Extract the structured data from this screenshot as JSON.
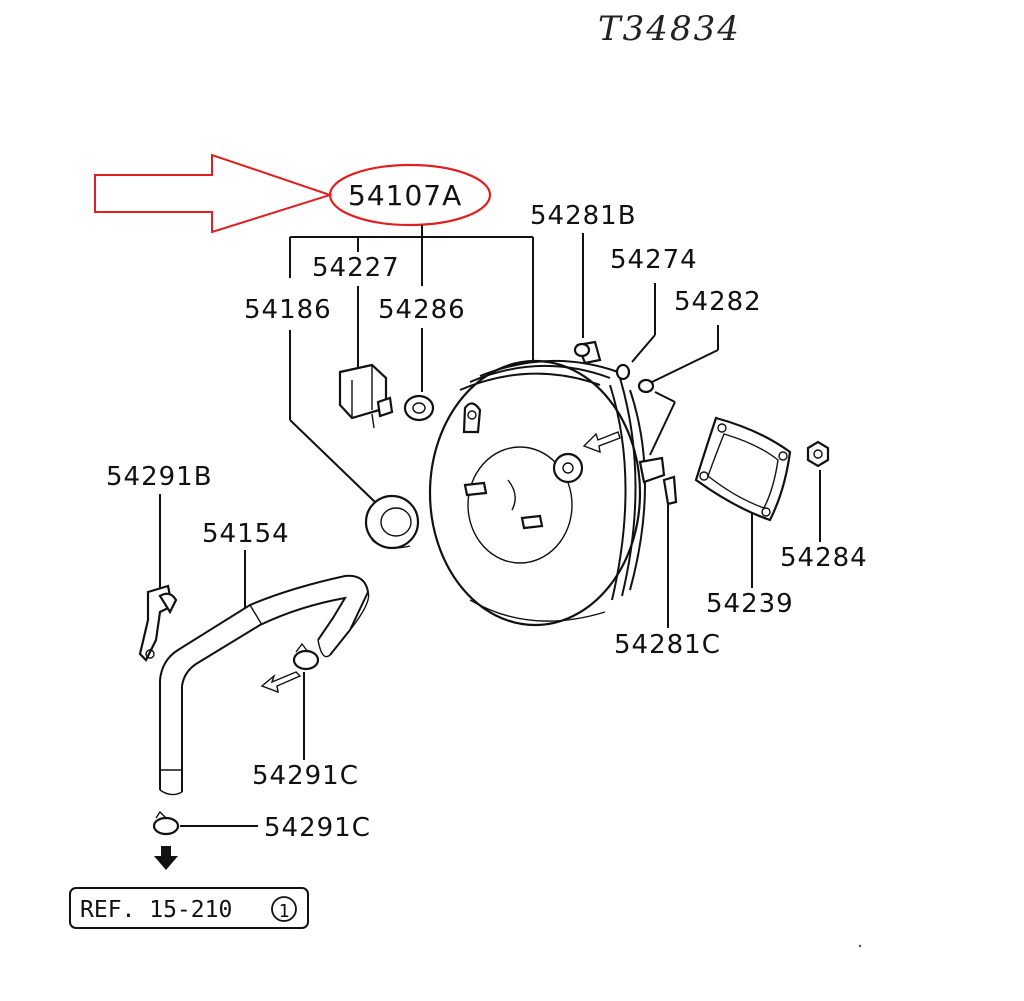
{
  "handwritten_code": "T34834",
  "highlight": {
    "part_number": "54107A",
    "color": "#e02020"
  },
  "labels": {
    "p54227": "54227",
    "p54186": "54186",
    "p54286": "54286",
    "p54281B": "54281B",
    "p54274": "54274",
    "p54282": "54282",
    "p54291B": "54291B",
    "p54154": "54154",
    "p54284": "54284",
    "p54239": "54239",
    "p54281C": "54281C",
    "p54291C_a": "54291C",
    "p54291C_b": "54291C"
  },
  "reference": {
    "text": "REF. 15-210",
    "circled": "1"
  }
}
